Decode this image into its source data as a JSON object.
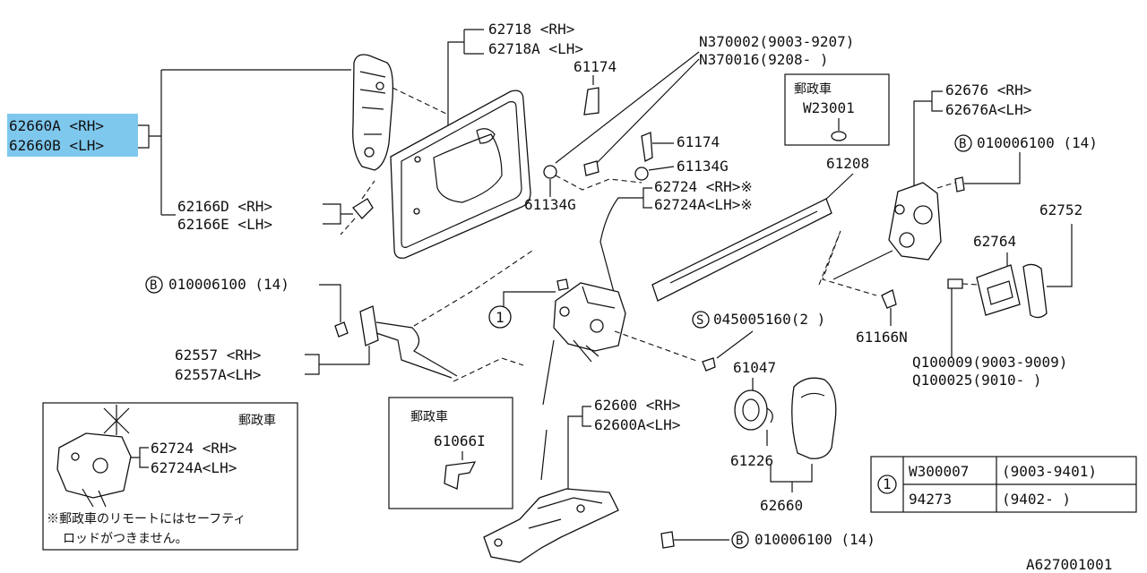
{
  "labels": {
    "p62660a": "62660A <RH>",
    "p62660b": "62660B <LH>",
    "p62718": "62718  <RH>",
    "p62718a": "62718A <LH>",
    "p61174a": "61174",
    "p61174b": "61174",
    "p61134g_a": "61134G",
    "p61134g_b": "61134G",
    "n370002": "N370002(9003-9207)",
    "n370016": "N370016(9208-     )",
    "p62166d": "62166D <RH>",
    "p62166e": "62166E <LH>",
    "p62724_top": "62724  <RH>※",
    "p62724a_top": "62724A<LH>※",
    "p61208": "61208",
    "p62676": "62676 <RH>",
    "p62676a": "62676A<LH>",
    "b_right": "010006100 (14)",
    "p62752": "62752",
    "p62764": "62764",
    "b_left": "010006100 (14)",
    "p62557": "62557  <RH>",
    "p62557a": "62557A<LH>",
    "s045": "045005160(2 )",
    "p61166n": "61166N",
    "p61047": "61047",
    "q100009": "Q100009(9003-9009)",
    "q100025": "Q100025(9010-      )",
    "p62600": "62600  <RH>",
    "p62600a": "62600A<LH>",
    "p61226": "61226",
    "p62660": "62660",
    "b_bottom": "010006100 (14)",
    "circle_one": "1",
    "diagram_code": "A627001001"
  },
  "inset_postal_top": {
    "title": "郵政車",
    "part": "W23001"
  },
  "inset_postal_left": {
    "title": "郵政車",
    "p62724": "62724  <RH>",
    "p62724a": "62724A<LH>",
    "note_line1": "※郵政車のリモートにはセーフティ",
    "note_line2": "ロッドがつきません。"
  },
  "inset_postal_mid": {
    "title": "郵政車",
    "part": "61066I"
  },
  "table": {
    "ref": "1",
    "rows": [
      {
        "part": "W300007",
        "range": "(9003-9401)"
      },
      {
        "part": "94273",
        "range": "(9402-     )"
      }
    ]
  },
  "markers": {
    "bolt": "B",
    "screw": "S"
  },
  "colors": {
    "highlight": "#7ec8ee",
    "ink": "#111111"
  }
}
